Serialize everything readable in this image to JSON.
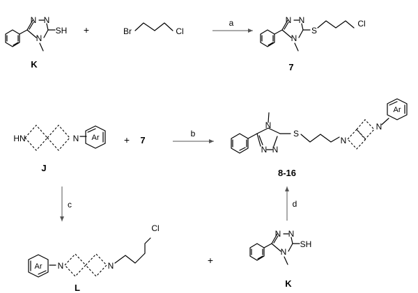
{
  "atoms": {
    "N": "N",
    "SH": "SH",
    "S": "S",
    "Br": "Br",
    "Cl": "Cl",
    "HN": "HN",
    "Ar": "Ar"
  },
  "compounds": {
    "K": "K",
    "7": "7",
    "J": "J",
    "8-16": "8-16",
    "L": "L"
  },
  "reagents": {
    "a": "a",
    "b": "b",
    "c": "c",
    "d": "d"
  },
  "plus": "+"
}
